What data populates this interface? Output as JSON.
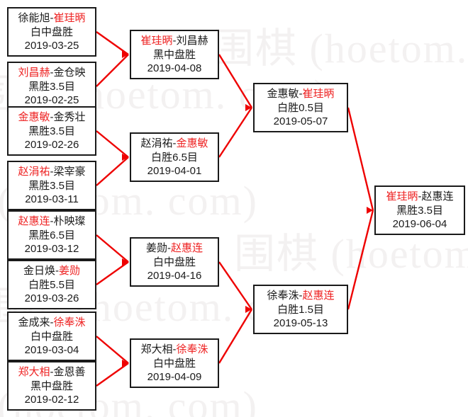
{
  "watermark": {
    "text": "围棋 (hoetom. com)",
    "color": "#f3f1f1"
  },
  "theme": {
    "winner_color": "#ee2222",
    "loser_color": "#1a1a1a",
    "connector_color": "#ee0000",
    "box_border_color": "#1a1a1a",
    "background": "#ffffff"
  },
  "bracket": {
    "rounds": [
      {
        "name": "round-1",
        "matches": [
          {
            "left_player": "徐能旭",
            "right_player": "崔珪昞",
            "winner": "right",
            "result": "白中盘胜",
            "date": "2019-03-25"
          },
          {
            "left_player": "刘昌赫",
            "right_player": "金仓映",
            "winner": "left",
            "result": "黑胜3.5目",
            "date": "2019-02-25"
          },
          {
            "left_player": "金惠敏",
            "right_player": "金秀壮",
            "winner": "left",
            "result": "黑胜3.5目",
            "date": "2019-02-26"
          },
          {
            "left_player": "赵涓祐",
            "right_player": "梁宰豪",
            "winner": "left",
            "result": "黑胜3.5目",
            "date": "2019-03-11"
          },
          {
            "left_player": "赵惠连",
            "right_player": "朴映璨",
            "winner": "left",
            "result": "黑胜6.5目",
            "date": "2019-03-12"
          },
          {
            "left_player": "金日焕",
            "right_player": "姜勋",
            "winner": "right",
            "result": "白胜5.5目",
            "date": "2019-03-26"
          },
          {
            "left_player": "金成来",
            "right_player": "徐奉洙",
            "winner": "right",
            "result": "白中盘胜",
            "date": "2019-03-04"
          },
          {
            "left_player": "郑大相",
            "right_player": "金恩善",
            "winner": "left",
            "result": "黑中盘胜",
            "date": "2019-02-12"
          }
        ]
      },
      {
        "name": "round-2",
        "matches": [
          {
            "left_player": "崔珪昞",
            "right_player": "刘昌赫",
            "winner": "left",
            "result": "黑中盘胜",
            "date": "2019-04-08"
          },
          {
            "left_player": "赵涓祐",
            "right_player": "金惠敏",
            "winner": "right",
            "result": "白胜6.5目",
            "date": "2019-04-01"
          },
          {
            "left_player": "姜勋",
            "right_player": "赵惠连",
            "winner": "right",
            "result": "白中盘胜",
            "date": "2019-04-16"
          },
          {
            "left_player": "郑大相",
            "right_player": "徐奉洙",
            "winner": "right",
            "result": "白中盘胜",
            "date": "2019-04-09"
          }
        ]
      },
      {
        "name": "semifinal",
        "matches": [
          {
            "left_player": "金惠敏",
            "right_player": "崔珪昞",
            "winner": "right",
            "result": "白胜0.5目",
            "date": "2019-05-07"
          },
          {
            "left_player": "徐奉洙",
            "right_player": "赵惠连",
            "winner": "right",
            "result": "白胜1.5目",
            "date": "2019-05-13"
          }
        ]
      },
      {
        "name": "final",
        "matches": [
          {
            "left_player": "崔珪昞",
            "right_player": "赵惠连",
            "winner": "left",
            "result": "黑胜3.5目",
            "date": "2019-06-04"
          }
        ]
      }
    ]
  }
}
